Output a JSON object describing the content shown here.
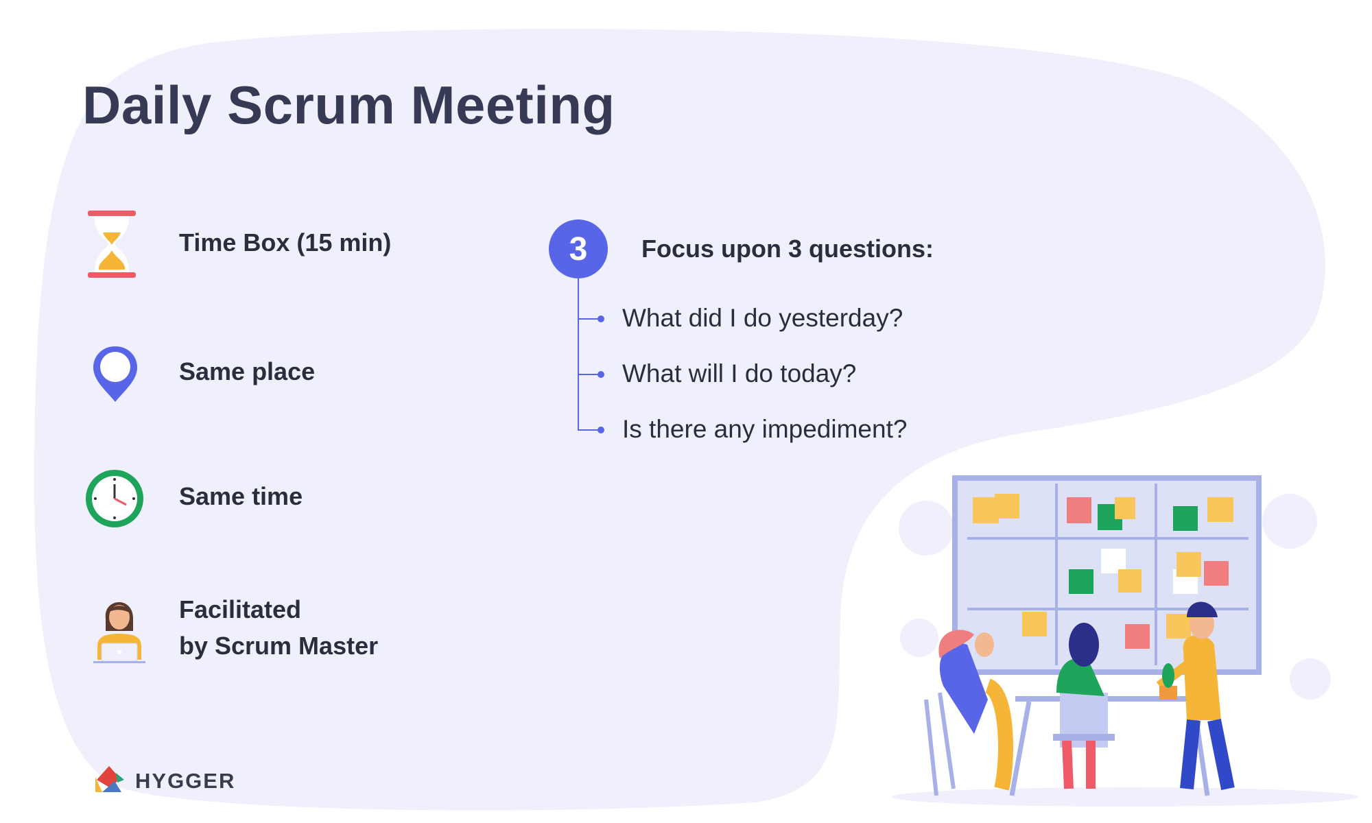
{
  "title": "Daily Scrum Meeting",
  "features": [
    {
      "icon": "hourglass-icon",
      "label": "Time Box (15 min)"
    },
    {
      "icon": "location-pin-icon",
      "label": "Same place"
    },
    {
      "icon": "clock-icon",
      "label": "Same time"
    },
    {
      "icon": "scrum-master-icon",
      "label_line1": "Facilitated",
      "label_line2": "by Scrum Master"
    }
  ],
  "focus": {
    "number": "3",
    "heading": "Focus upon 3 questions:",
    "questions": [
      "What did I do yesterday?",
      "What will I do today?",
      "Is there any impediment?"
    ]
  },
  "brand": {
    "name": "HYGGER"
  },
  "colors": {
    "background_blob": "#eff0fb",
    "accent": "#5765e6",
    "text": "#363a54"
  }
}
